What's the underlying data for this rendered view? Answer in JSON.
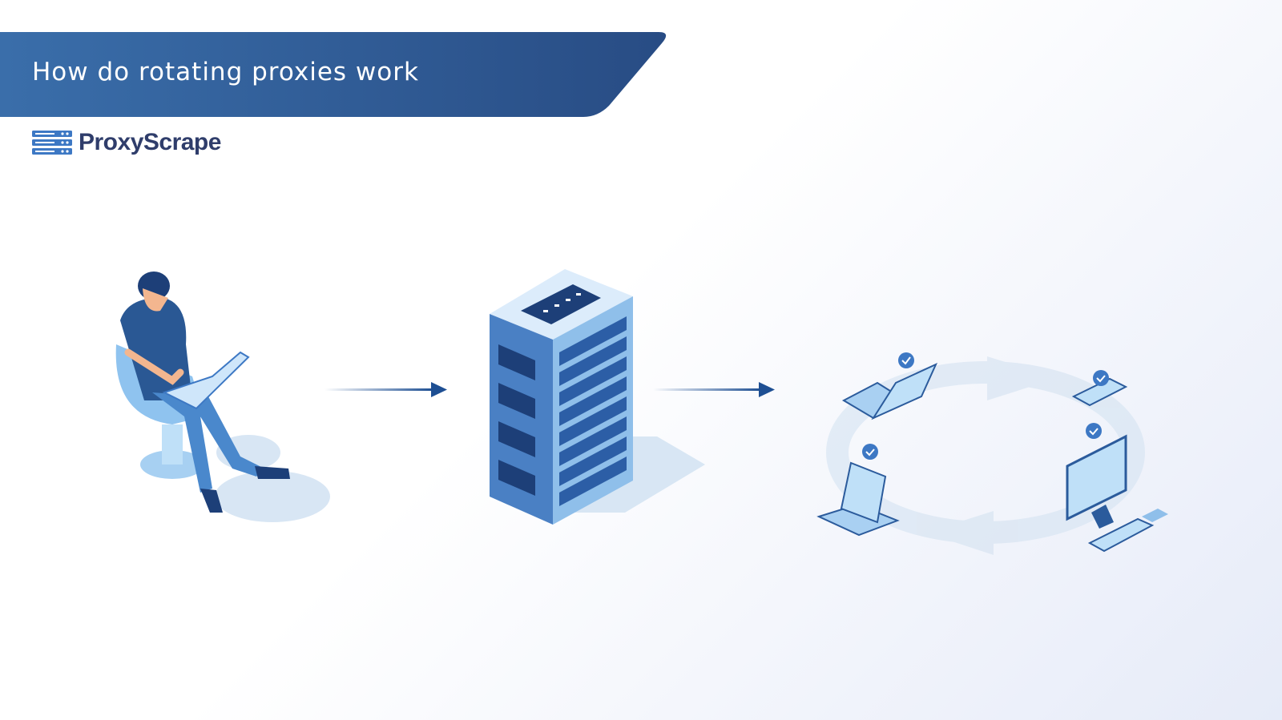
{
  "header": {
    "title": "How do rotating proxies work"
  },
  "brand": {
    "name": "ProxyScrape"
  },
  "diagram": {
    "nodes": [
      "user-with-laptop",
      "proxy-server",
      "rotating-devices"
    ],
    "devices": [
      "laptop",
      "smartphone",
      "tablet",
      "desktop-computer"
    ],
    "colors": {
      "banner_start": "#3a6eaa",
      "banner_end": "#294d85",
      "primary": "#2b5b9c",
      "light": "#a9d0f2",
      "arrow": "#1e4f93"
    }
  }
}
